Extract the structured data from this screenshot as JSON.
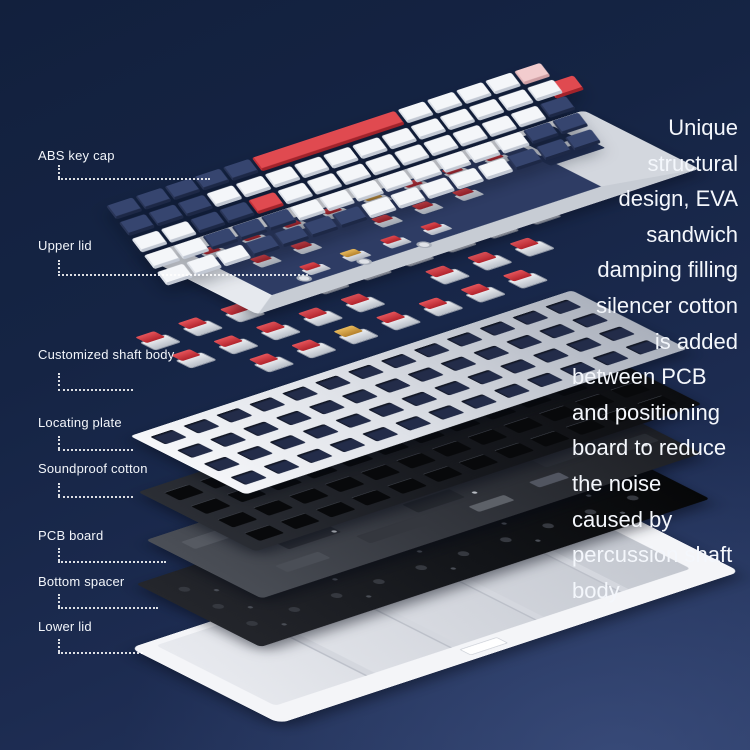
{
  "callouts": [
    {
      "label": "ABS key cap"
    },
    {
      "label": "Upper lid"
    },
    {
      "label": "Customized shaft body"
    },
    {
      "label": "Locating plate"
    },
    {
      "label": "Soundproof cotton"
    },
    {
      "label": "PCB board"
    },
    {
      "label": "Bottom spacer"
    },
    {
      "label": "Lower lid"
    }
  ],
  "description": {
    "lines": [
      "Unique",
      "structural",
      "design, EVA",
      "sandwich",
      "damping filling",
      "silencer cotton",
      "is added",
      "between PCB",
      "and positioning",
      "board to reduce",
      "the noise",
      "caused by",
      "percussion shaft",
      "body"
    ]
  },
  "illustration": {
    "subject": "exploded mechanical keyboard layers",
    "colors": {
      "background_top": "#12203d",
      "background_bottom": "#273761",
      "navy_keycap": "#36456f",
      "white_keycap": "#f4f6f9",
      "red_accent": "#e04a50",
      "pink_keycap": "#f2ccce",
      "gold_switch": "#d9a43e",
      "plate_silver": "#dfe2e8",
      "cotton_black": "#17191e",
      "pcb_gray": "#34373e",
      "spacer_black": "#121418",
      "lid_white": "#f4f5f8"
    },
    "keycap_rows": [
      "NNNNNSWWWWP",
      "NNNWWWWWWWWWWWW",
      "WWNNRWWWWWWWWWN",
      "WWNNNWWWWWWWWNN",
      "WWWNNNNWWWWWNNN"
    ],
    "switch_rows": [
      "RRR-RRGRRR",
      "RRRRR-RRR-",
      "-RRGRRRR--"
    ]
  }
}
